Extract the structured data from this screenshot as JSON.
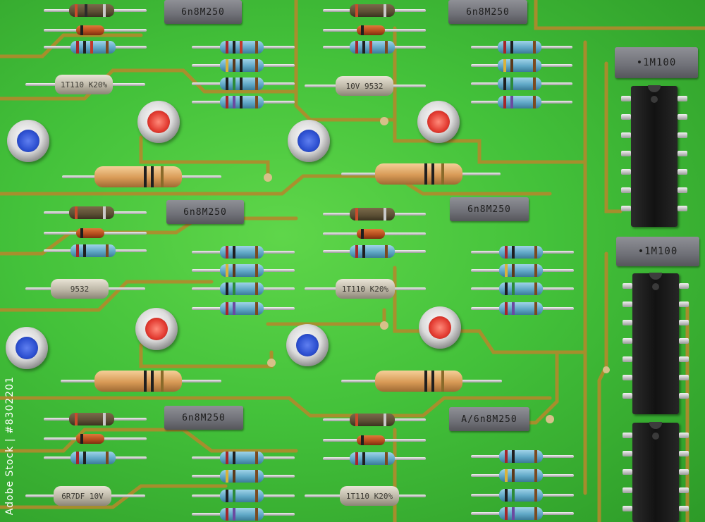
{
  "scene": {
    "description_type": "printed-circuit-board-photo",
    "colors": {
      "board": "#43c13a",
      "trace": "#b28a2c",
      "resistor_blue": "#5fa7c6",
      "resistor_brown": "#d89a56",
      "led_red": "#e23a30",
      "led_blue": "#2c4fd0",
      "ic": "#151515",
      "capacitor": "#6f7077"
    }
  },
  "capacitor_labels": {
    "c1": "6n8M250",
    "c2": "6n8M250",
    "c3": "6n8M250",
    "c4": "6n8M250",
    "c5": "6n8M250",
    "c6": "A/6n8M250",
    "c7": "•1M100",
    "c8": "•1M100"
  },
  "tantalum_labels": {
    "t1": "1T110 K20%",
    "t2": "10V 9532",
    "t3": "9532",
    "t4": "1T110 K20%",
    "t5": "6R7DF 10V",
    "t6": "1T110 K20%"
  },
  "watermark": {
    "text": "Adobe Stock | #8302201"
  }
}
